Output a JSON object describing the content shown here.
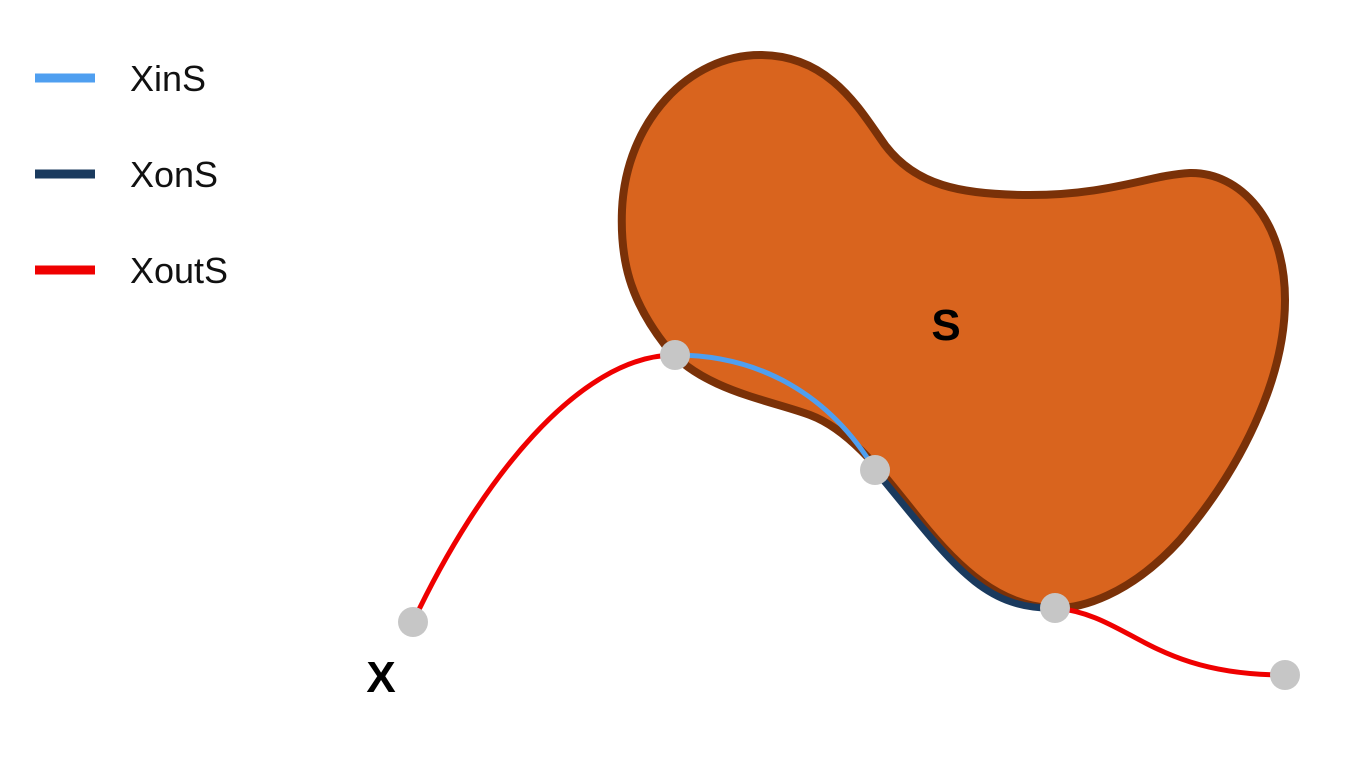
{
  "legend": {
    "items": [
      {
        "label": "XinS",
        "color": "#4f9ff0"
      },
      {
        "label": "XonS",
        "color": "#1a3a5e"
      },
      {
        "label": "XoutS",
        "color": "#ef0000"
      }
    ]
  },
  "labels": {
    "region": "S",
    "curve": "X"
  },
  "colors": {
    "region_fill": "#d9641e",
    "region_stroke": "#7a3108",
    "point_fill": "#c6c6c6"
  }
}
